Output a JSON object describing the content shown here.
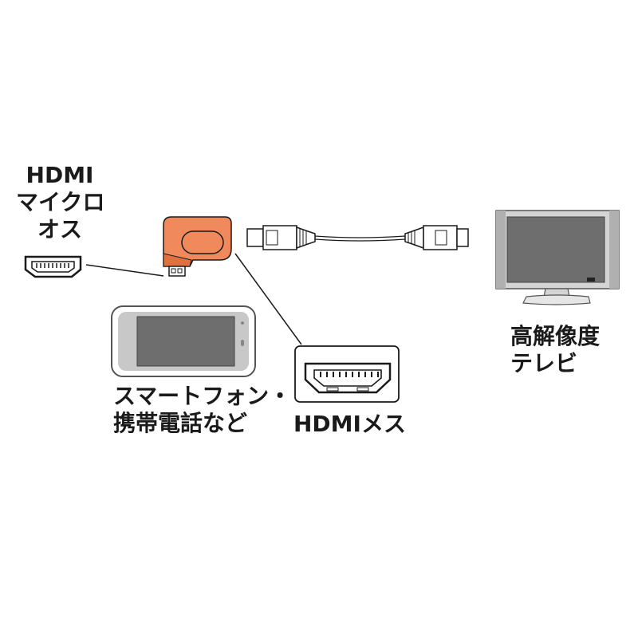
{
  "labels": {
    "micro_socket": {
      "line1": "HDMI",
      "line2": "マイクロ",
      "line3": "オス"
    },
    "phone": {
      "line1": "スマートフォン・",
      "line2": "携帯電話など"
    },
    "hdmi_female": "HDMIメス",
    "tv": {
      "line1": "高解像度",
      "line2": "テレビ"
    }
  },
  "colors": {
    "adapter": "#f08a5d",
    "adapter_dark": "#e07040",
    "line": "#1a1a1a",
    "device_gray": "#c8c8c8",
    "screen": "#6e6e6e"
  }
}
